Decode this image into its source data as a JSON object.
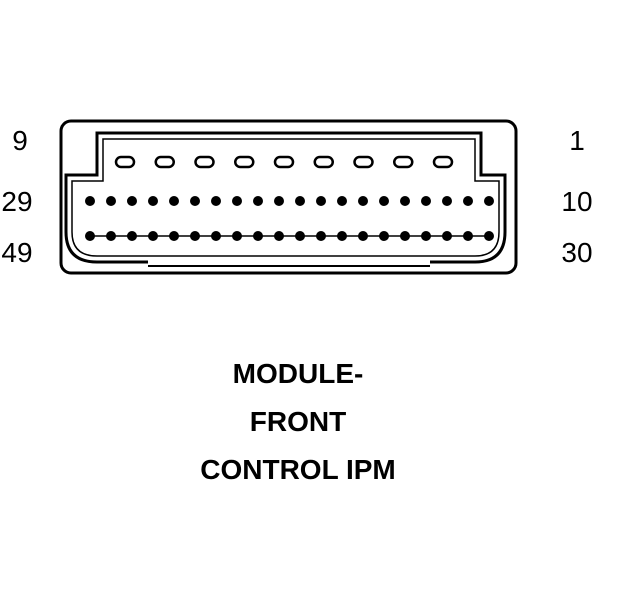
{
  "connector": {
    "pin_labels": {
      "row1_left": "9",
      "row1_right": "1",
      "row2_left": "29",
      "row2_right": "10",
      "row3_left": "49",
      "row3_right": "30"
    },
    "row1_pin_count": 9,
    "row2_pin_count": 20,
    "row3_pin_count": 20
  },
  "caption": {
    "line1": "MODULE-",
    "line2": "FRONT",
    "line3": "CONTROL IPM"
  },
  "colors": {
    "ink": "#000000",
    "background": "#ffffff"
  }
}
